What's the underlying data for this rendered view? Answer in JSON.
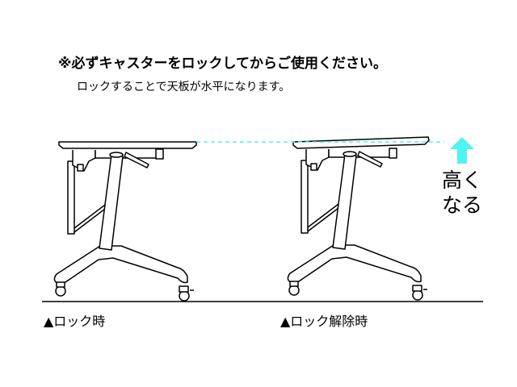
{
  "heading": "※必ずキャスターをロックしてからご使用ください。",
  "subheading": "ロックすることで天板が水平になります。",
  "labels": {
    "locked": "▲ロック時",
    "unlocked": "▲ロック解除時"
  },
  "annotation": {
    "line1": "高く",
    "line2": "なる"
  },
  "colors": {
    "accent": "#4ff3f0",
    "line": "#000000"
  }
}
